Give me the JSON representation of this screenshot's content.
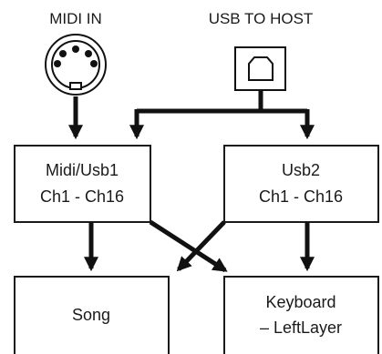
{
  "ports": {
    "midi_in_label": "MIDI IN",
    "usb_to_host_label": "USB TO HOST"
  },
  "boxes": {
    "midi_usb1": {
      "line1": "Midi/Usb1",
      "line2": "Ch1 - Ch16"
    },
    "usb2": {
      "line1": "Usb2",
      "line2": "Ch1 - Ch16"
    },
    "song": {
      "line1": "Song"
    },
    "keyboard": {
      "line1": "Keyboard",
      "line2": "– LeftLayer"
    }
  },
  "colors": {
    "line": "#111111",
    "box_border": "#1a1a1a",
    "background": "#ffffff"
  }
}
